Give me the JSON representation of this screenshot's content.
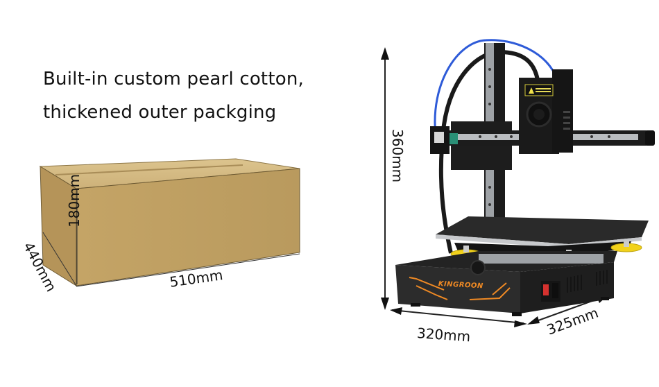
{
  "headline": {
    "line1": "Built-in custom pearl cotton,",
    "line2": "thickened outer packging"
  },
  "package": {
    "width_label": "510mm",
    "depth_label": "440mm",
    "height_label": "180mm",
    "color": "#C8A86E"
  },
  "printer": {
    "brand_label": "KINGROON",
    "height_label": "360mm",
    "width_label": "320mm",
    "depth_label": "325mm",
    "accent_color": "#F08A24",
    "filament_color": "#2E5BD8",
    "knob_color": "#F2D21B"
  }
}
